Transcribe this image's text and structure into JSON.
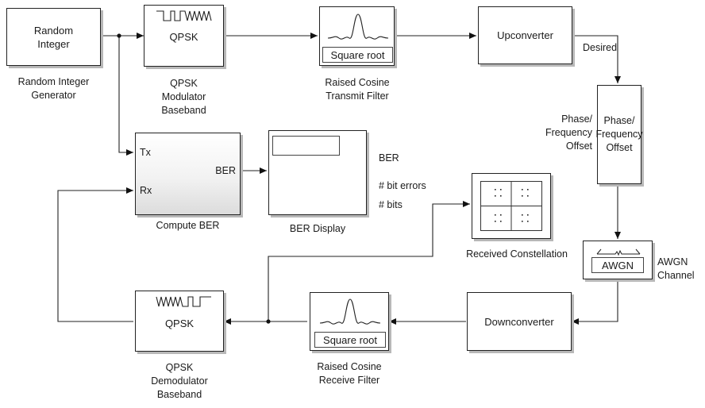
{
  "blocks": {
    "random_integer": {
      "text": "Random\nInteger",
      "label": "Random Integer\nGenerator"
    },
    "qpsk_mod": {
      "text": "QPSK",
      "label": "QPSK\nModulator\nBaseband"
    },
    "tx_filter": {
      "text": "Square root",
      "label": "Raised Cosine\nTransmit Filter"
    },
    "upconverter": {
      "text": "Upconverter"
    },
    "phase_offset": {
      "text": "Phase/\nFrequency\nOffset",
      "label": "Phase/\nFrequency\nOffset"
    },
    "awgn": {
      "text": "AWGN",
      "label": "AWGN\nChannel"
    },
    "downconverter": {
      "text": "Downconverter"
    },
    "rx_filter": {
      "text": "Square root",
      "label": "Raised Cosine\nReceive Filter"
    },
    "qpsk_demod": {
      "text": "QPSK",
      "label": "QPSK\nDemodulator\nBaseband"
    },
    "compute_ber": {
      "port_tx": "Tx",
      "port_rx": "Rx",
      "port_ber": "BER",
      "label": "Compute BER"
    },
    "ber_display": {
      "label": "BER Display"
    },
    "constellation": {
      "label": "Received Constellation"
    }
  },
  "annotations": {
    "desired": "Desired",
    "ber": "BER",
    "bit_errors": "# bit errors",
    "bits": "# bits"
  }
}
